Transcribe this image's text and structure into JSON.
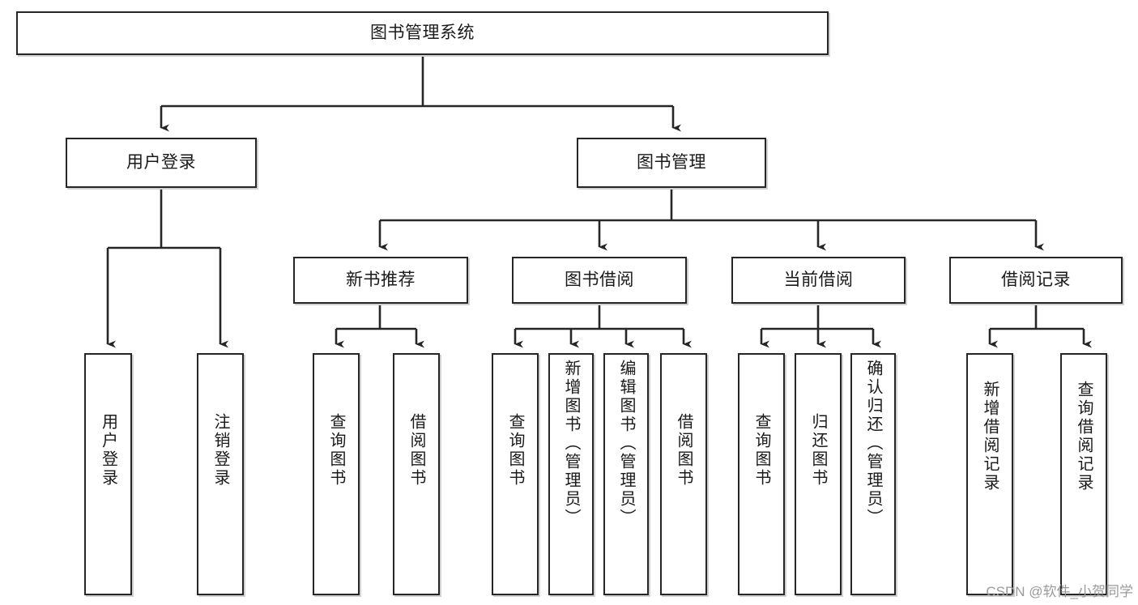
{
  "diagram": {
    "title": "图书管理系统",
    "type": "tree-hierarchy-chart",
    "watermark": "CSDN @软件_小贺同学",
    "colors": {
      "stroke": "#262626",
      "fill": "#ffffff",
      "text": "#1a1a1a",
      "watermark": "#9a9a9a"
    },
    "nodes": {
      "root": {
        "label": "图书管理系统",
        "level": 1,
        "orientation": "horizontal"
      },
      "l2": [
        {
          "id": "user-login",
          "label": "用户登录",
          "level": 2,
          "orientation": "horizontal"
        },
        {
          "id": "book-manage",
          "label": "图书管理",
          "level": 2,
          "orientation": "horizontal"
        }
      ],
      "l3": [
        {
          "id": "new-book-recommend",
          "label": "新书推荐",
          "level": 3,
          "orientation": "horizontal"
        },
        {
          "id": "book-borrow",
          "label": "图书借阅",
          "level": 3,
          "orientation": "horizontal"
        },
        {
          "id": "current-borrow",
          "label": "当前借阅",
          "level": 3,
          "orientation": "horizontal"
        },
        {
          "id": "borrow-record",
          "label": "借阅记录",
          "level": 3,
          "orientation": "horizontal"
        }
      ],
      "leaves": [
        {
          "id": "leaf-user-login",
          "label": "用户登录",
          "parent": "user-login",
          "orientation": "vertical"
        },
        {
          "id": "leaf-logout-login",
          "label": "注销登录",
          "parent": "user-login",
          "orientation": "vertical"
        },
        {
          "id": "leaf-query-book-1",
          "label": "查询图书",
          "parent": "new-book-recommend",
          "orientation": "vertical"
        },
        {
          "id": "leaf-borrow-book-1",
          "label": "借阅图书",
          "parent": "new-book-recommend",
          "orientation": "vertical"
        },
        {
          "id": "leaf-query-book-2",
          "label": "查询图书",
          "parent": "book-borrow",
          "orientation": "vertical"
        },
        {
          "id": "leaf-add-book",
          "label": "新增图书（管理员）",
          "parent": "book-borrow",
          "orientation": "vertical"
        },
        {
          "id": "leaf-edit-book",
          "label": "编辑图书（管理员）",
          "parent": "book-borrow",
          "orientation": "vertical"
        },
        {
          "id": "leaf-borrow-book-2",
          "label": "借阅图书",
          "parent": "book-borrow",
          "orientation": "vertical"
        },
        {
          "id": "leaf-query-book-3",
          "label": "查询图书",
          "parent": "current-borrow",
          "orientation": "vertical"
        },
        {
          "id": "leaf-return-book",
          "label": "归还图书",
          "parent": "current-borrow",
          "orientation": "vertical"
        },
        {
          "id": "leaf-confirm-return",
          "label": "确认归还（管理员）",
          "parent": "current-borrow",
          "orientation": "vertical"
        },
        {
          "id": "leaf-add-record",
          "label": "新增借阅记录",
          "parent": "borrow-record",
          "orientation": "vertical"
        },
        {
          "id": "leaf-query-record",
          "label": "查询借阅记录",
          "parent": "borrow-record",
          "orientation": "vertical"
        }
      ]
    }
  }
}
